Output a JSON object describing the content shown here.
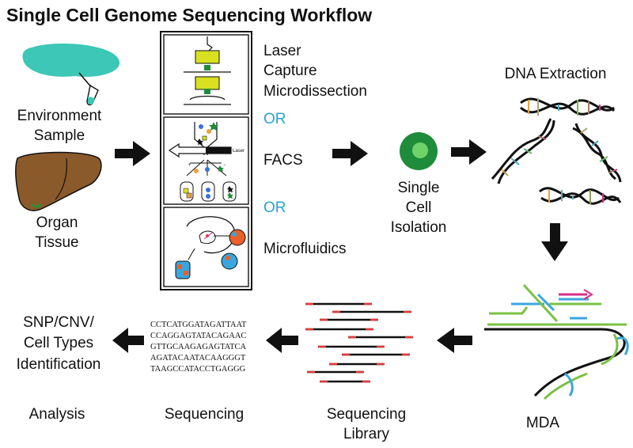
{
  "title": "Single Cell Genome Sequencing Workflow",
  "sources": {
    "environment": [
      "Environment",
      "Sample"
    ],
    "organ": [
      "Organ",
      "Tissue"
    ]
  },
  "isolation_methods": {
    "laser": [
      "Laser",
      "Capture",
      "Microdissection"
    ],
    "or_label": "OR",
    "facs": "FACS",
    "laser_beam_label": "Laser",
    "microfluidics": "Microfluidics"
  },
  "single_cell": [
    "Single",
    "Cell",
    "Isolation"
  ],
  "dna_extraction": "DNA Extraction",
  "mda": "MDA",
  "sequencing_library": [
    "Sequencing",
    "Library"
  ],
  "sequences": [
    "CCTCATGGATAGATTAAT",
    "CCAGGAGTATACAGAAC",
    "GTTGCAAGAGAGTATCA",
    "AGATACAATACAAGGGT",
    "TAAGCCATACCTGAGGG"
  ],
  "sequencing": "Sequencing",
  "analysis": "Analysis",
  "results": [
    "SNP/CNV/",
    "Cell Types",
    "Identification"
  ],
  "colors": {
    "environment": "#3cc7b6",
    "organ": "#8b5a2b",
    "cell_outer": "#1e8c3a",
    "cell_inner": "#6fd36a",
    "or_text": "#2aa3d6",
    "strand_green": "#7ac143",
    "strand_blue": "#3aa6dd",
    "primer_magenta": "#d62f8a",
    "read_red": "#e33b3b",
    "arrow": "#111111"
  }
}
